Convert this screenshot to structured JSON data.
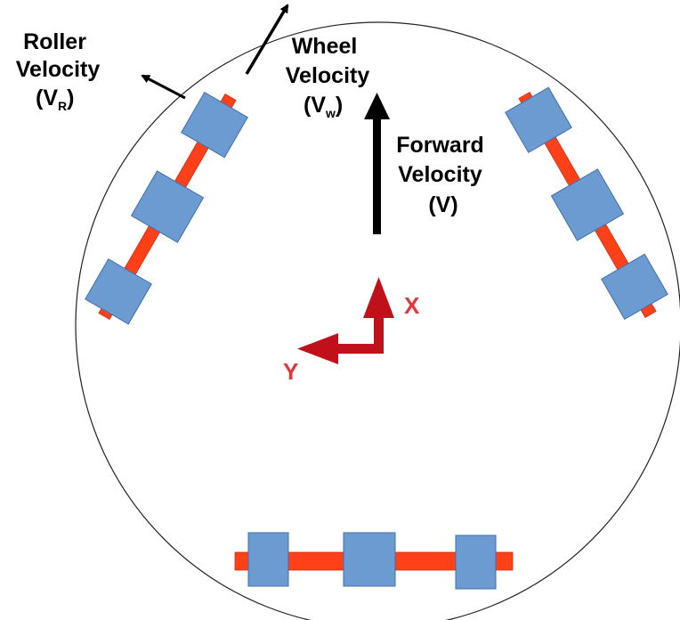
{
  "labels": {
    "roller_velocity": [
      "Roller",
      "Velocity",
      "(V",
      "R",
      ")"
    ],
    "wheel_velocity": [
      "Wheel",
      "Velocity",
      "(V",
      "w",
      ")"
    ],
    "forward_velocity": [
      "Forward",
      "Velocity",
      "(V)"
    ],
    "axis_x": "X",
    "axis_y": "Y"
  },
  "colors": {
    "axle": "#ff4019",
    "roller": "#6b9bd1",
    "frame_axes": "#c0101a",
    "arrows": "#000000"
  }
}
